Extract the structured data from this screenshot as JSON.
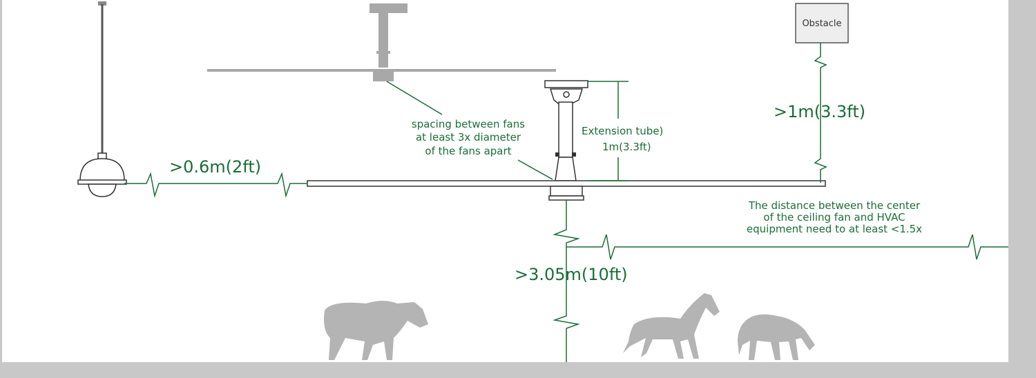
{
  "labels": {
    "obstacle": "Obstacle",
    "clearance_obstacle": ">1m(3.3ft)",
    "clearance_light": ">0.6m(2ft)",
    "clearance_floor": ">3.05m(10ft)",
    "extension_tube_title": "Extension tube)",
    "extension_tube_length": "1m(3.3ft)",
    "spacing_note": [
      "spacing between fans",
      "at least 3x diameter",
      "of the fans apart"
    ],
    "hvac_note": [
      "The distance between the center",
      "of the ceiling fan and HVAC",
      "equipment need to at least <1.5x"
    ]
  },
  "colors": {
    "annotation": "#1a6e36",
    "wall": "#c8c8c8",
    "silhouette": "#b4b4b4"
  }
}
